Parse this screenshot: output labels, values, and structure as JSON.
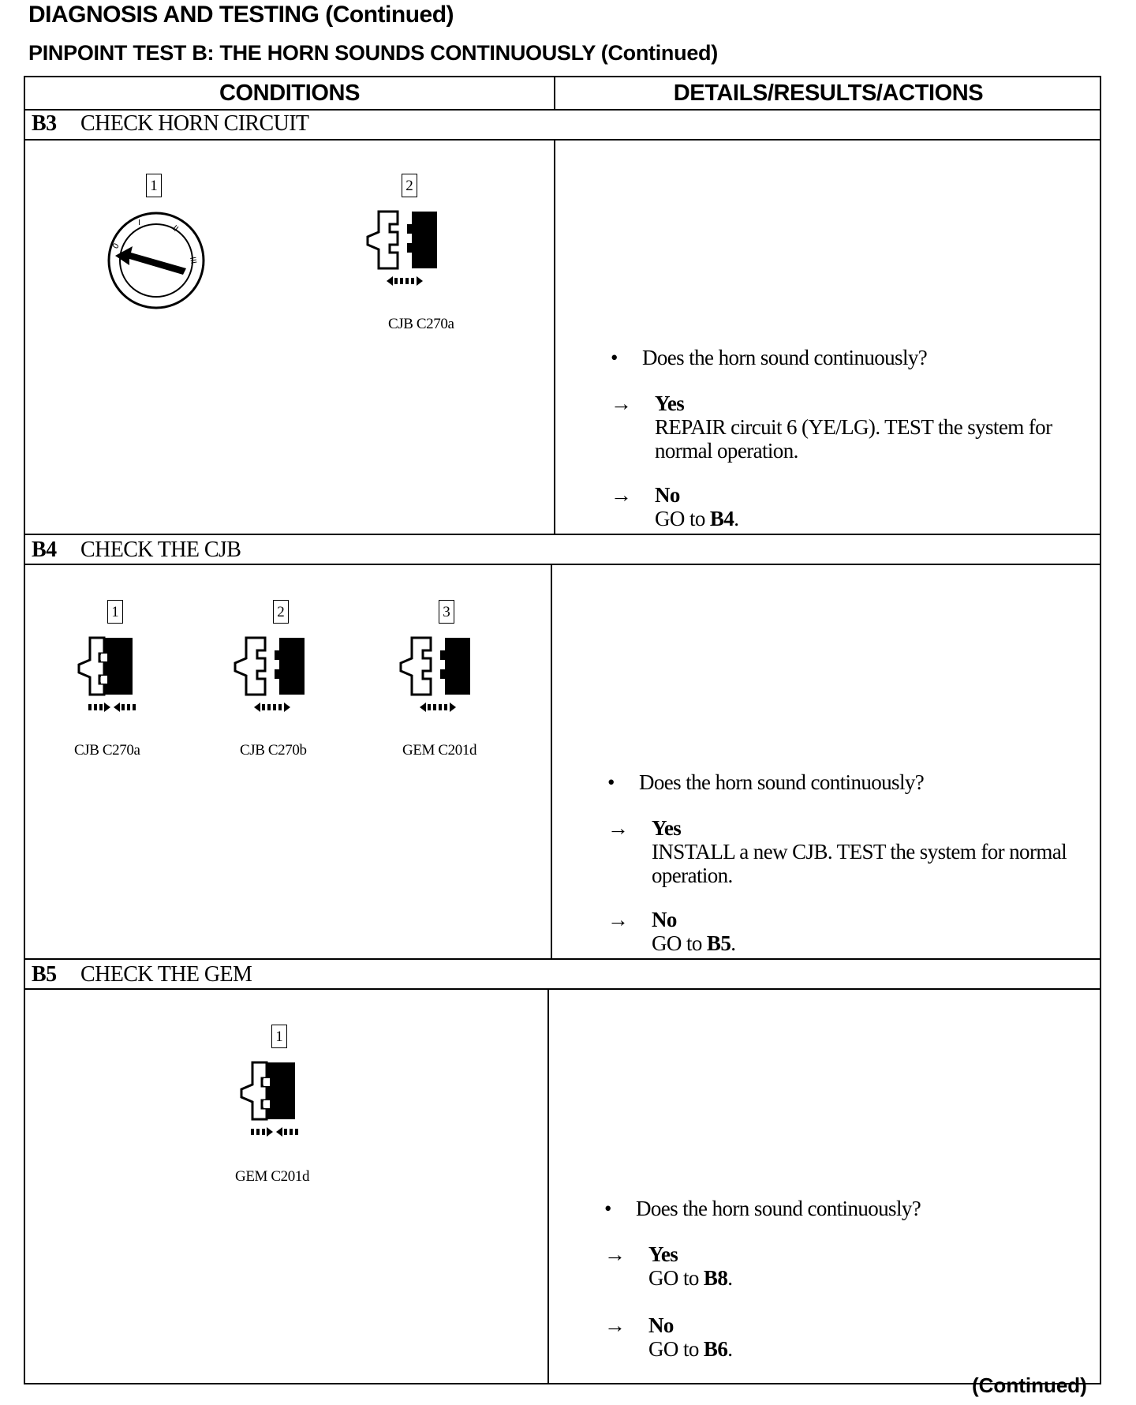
{
  "header": {
    "page_title": "DIAGNOSIS AND TESTING (Continued)",
    "test_title": "PINPOINT TEST B: THE HORN SOUNDS CONTINUOUSLY (Continued)",
    "col_conditions": "CONDITIONS",
    "col_details": "DETAILS/RESULTS/ACTIONS"
  },
  "steps": [
    {
      "id": "B3",
      "title": "CHECK HORN CIRCUIT",
      "figures": [
        {
          "callout": "1",
          "type": "ignition-switch-icon",
          "caption": ""
        },
        {
          "callout": "2",
          "type": "connector-disconnect-icon",
          "caption": "CJB C270a"
        }
      ],
      "question": "Does the horn sound continuously?",
      "answers": [
        {
          "label": "Yes",
          "action": "REPAIR circuit 6 (YE/LG). TEST the system for normal operation."
        },
        {
          "label": "No",
          "action": "GO to ",
          "ref": "B4",
          "end": "."
        }
      ]
    },
    {
      "id": "B4",
      "title": "CHECK THE CJB",
      "figures": [
        {
          "callout": "1",
          "type": "connector-connect-icon",
          "caption": "CJB C270a"
        },
        {
          "callout": "2",
          "type": "connector-disconnect-icon",
          "caption": "CJB C270b"
        },
        {
          "callout": "3",
          "type": "connector-disconnect-icon",
          "caption": "GEM C201d"
        }
      ],
      "question": "Does the horn sound continuously?",
      "answers": [
        {
          "label": "Yes",
          "action": "INSTALL a new CJB. TEST the system for normal operation."
        },
        {
          "label": "No",
          "action": "GO to ",
          "ref": "B5",
          "end": "."
        }
      ]
    },
    {
      "id": "B5",
      "title": "CHECK THE GEM",
      "figures": [
        {
          "callout": "1",
          "type": "connector-connect-icon",
          "caption": "GEM C201d"
        }
      ],
      "question": "Does the horn sound continuously?",
      "answers": [
        {
          "label": "Yes",
          "action": "GO to ",
          "ref": "B8",
          "end": "."
        },
        {
          "label": "No",
          "action": "GO to ",
          "ref": "B6",
          "end": "."
        }
      ]
    }
  ],
  "bullet": "•",
  "arrow": "→",
  "footer": {
    "continued": "(Continued)"
  }
}
